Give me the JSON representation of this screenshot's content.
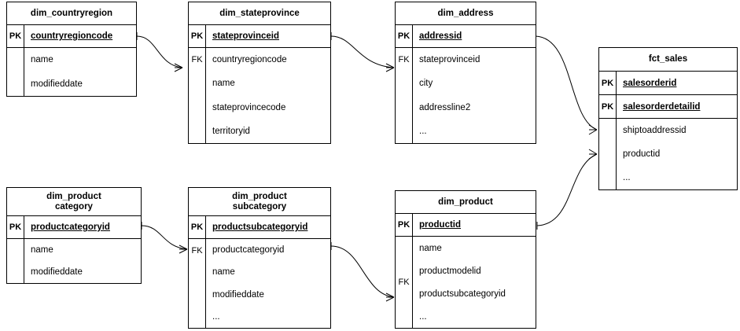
{
  "diagram": {
    "title": "star-schema-er-diagram",
    "notation": "crow-foot",
    "background": "#ffffff",
    "line_color": "#000000",
    "text_color": "#000000"
  },
  "entities": [
    {
      "id": "dim_countryregion",
      "name": "dim_countryregion",
      "keys": [
        {
          "marker": "PK",
          "field": "countryregioncode"
        }
      ],
      "attr_marker": "",
      "attributes": [
        "name",
        "modifieddate"
      ]
    },
    {
      "id": "dim_stateprovince",
      "name": "dim_stateprovince",
      "keys": [
        {
          "marker": "PK",
          "field": "stateprovinceid"
        }
      ],
      "attr_marker": "FK",
      "attributes": [
        "countryregioncode",
        "name",
        "stateprovincecode",
        "territoryid"
      ]
    },
    {
      "id": "dim_address",
      "name": "dim_address",
      "keys": [
        {
          "marker": "PK",
          "field": "addressid"
        }
      ],
      "attr_marker": "FK",
      "attributes": [
        "stateprovinceid",
        "city",
        "addressline2",
        "..."
      ]
    },
    {
      "id": "fct_sales",
      "name": "fct_sales",
      "keys": [
        {
          "marker": "PK",
          "field": "salesorderid"
        },
        {
          "marker": "PK",
          "field": "salesorderdetailid"
        }
      ],
      "attr_marker": "",
      "attributes": [
        "shiptoaddressid",
        "productid",
        "..."
      ]
    },
    {
      "id": "dim_productcategory",
      "name": "dim_product\ncategory",
      "keys": [
        {
          "marker": "PK",
          "field": "productcategoryid"
        }
      ],
      "attr_marker": "",
      "attributes": [
        "name",
        "modifieddate"
      ]
    },
    {
      "id": "dim_productsubcategory",
      "name": "dim_product\nsubcategory",
      "keys": [
        {
          "marker": "PK",
          "field": "productsubcategoryid"
        }
      ],
      "attr_marker": "FK",
      "attributes": [
        "productcategoryid",
        "name",
        "modifieddate",
        "..."
      ]
    },
    {
      "id": "dim_product",
      "name": "dim_product",
      "keys": [
        {
          "marker": "PK",
          "field": "productid"
        }
      ],
      "attr_marker": "FK",
      "attributes": [
        "name",
        "productmodelid",
        "productsubcategoryid",
        "..."
      ]
    }
  ],
  "relationships": [
    {
      "from": "dim_countryregion.countryregioncode",
      "to": "dim_stateprovince.countryregioncode",
      "from_cardinality": "one",
      "to_cardinality": "many"
    },
    {
      "from": "dim_stateprovince.stateprovinceid",
      "to": "dim_address.stateprovinceid",
      "from_cardinality": "one",
      "to_cardinality": "many"
    },
    {
      "from": "dim_address.addressid",
      "to": "fct_sales.shiptoaddressid",
      "from_cardinality": "one",
      "to_cardinality": "many"
    },
    {
      "from": "dim_product.productid",
      "to": "fct_sales.productid",
      "from_cardinality": "one",
      "to_cardinality": "many"
    },
    {
      "from": "dim_productcategory.productcategoryid",
      "to": "dim_productsubcategory.productcategoryid",
      "from_cardinality": "one",
      "to_cardinality": "many"
    },
    {
      "from": "dim_productsubcategory.productsubcategoryid",
      "to": "dim_product.productsubcategoryid",
      "from_cardinality": "one",
      "to_cardinality": "many"
    }
  ]
}
